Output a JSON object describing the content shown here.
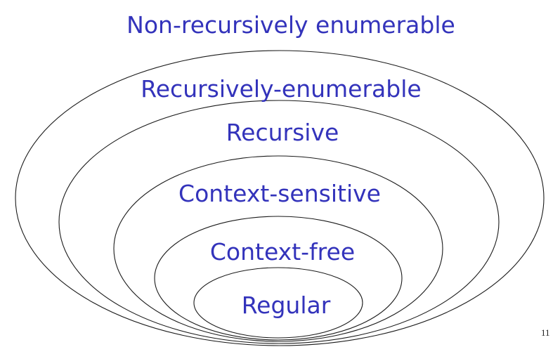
{
  "colors": {
    "label": "#3333bb",
    "outline": "#1a1a1a"
  },
  "hierarchy": {
    "outside_label": "Non-recursively enumerable",
    "levels": [
      {
        "id": "recursively-enumerable",
        "label": "Recursively-enumerable"
      },
      {
        "id": "recursive",
        "label": "Recursive"
      },
      {
        "id": "context-sensitive",
        "label": "Context-sensitive"
      },
      {
        "id": "context-free",
        "label": "Context-free"
      },
      {
        "id": "regular",
        "label": "Regular"
      }
    ]
  },
  "page_number": "11"
}
